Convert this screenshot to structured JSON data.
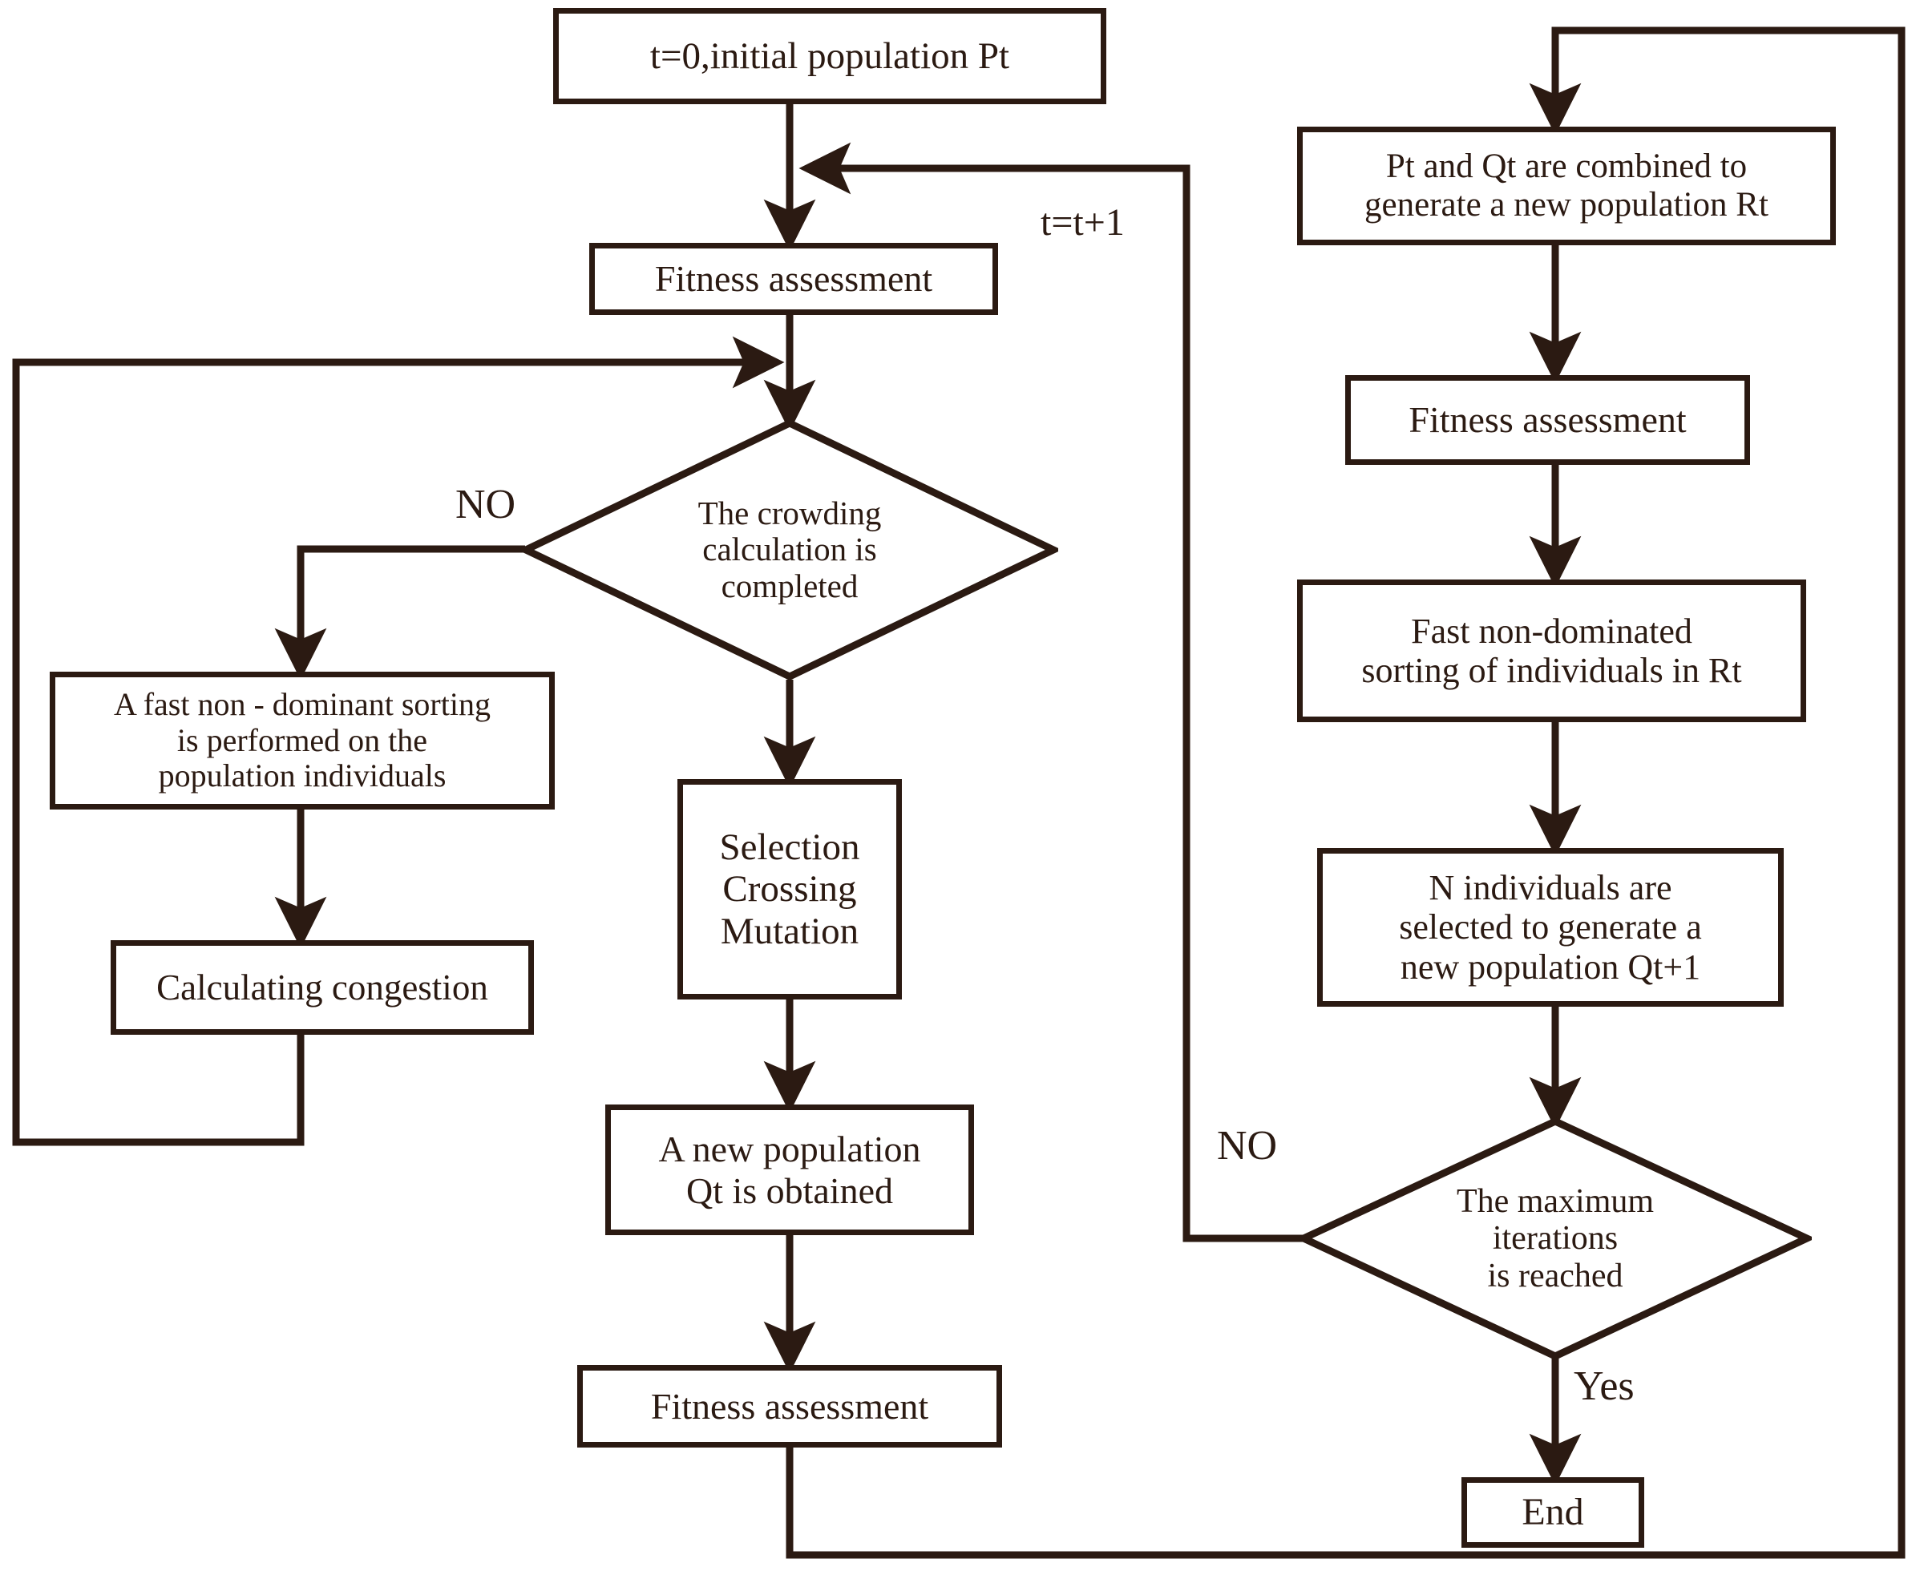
{
  "diagram": {
    "title": "NSGA-II algorithm flowchart",
    "type": "flowchart",
    "line_color": "#2b1a12",
    "background": "#ffffff",
    "nodes": {
      "start": {
        "label": "t=0,initial population Pt",
        "shape": "process"
      },
      "fitness_1": {
        "label": "Fitness assessment",
        "shape": "process"
      },
      "crowding_decision": {
        "label": "The crowding\ncalculation is\ncompleted",
        "shape": "decision"
      },
      "fast_nondominant_sorting": {
        "label": "A fast non - dominant sorting\nis performed on the\npopulation individuals",
        "shape": "process"
      },
      "calculating_congestion": {
        "label": "Calculating congestion",
        "shape": "process"
      },
      "selection_crossing_mutation": {
        "label": "Selection\nCrossing\nMutation",
        "shape": "process"
      },
      "new_population_qt": {
        "label": "A new population\nQt is obtained",
        "shape": "process"
      },
      "fitness_2": {
        "label": "Fitness assessment",
        "shape": "process"
      },
      "combine_pt_qt": {
        "label": "Pt and Qt are combined to\ngenerate a new population Rt",
        "shape": "process"
      },
      "fitness_3": {
        "label": "Fitness assessment",
        "shape": "process"
      },
      "fast_nondominated_rt": {
        "label": "Fast non-dominated\nsorting of individuals in Rt",
        "shape": "process"
      },
      "select_n_individuals": {
        "label": "N individuals are\nselected to generate a\nnew population Qt+1",
        "shape": "process"
      },
      "max_iterations_decision": {
        "label": "The maximum\niterations\nis reached",
        "shape": "decision"
      },
      "end": {
        "label": "End",
        "shape": "terminator"
      }
    },
    "edge_labels": {
      "t_increment": "t=t+1",
      "crowding_no": "NO",
      "max_iterations_no": "NO",
      "max_iterations_yes": "Yes"
    }
  }
}
